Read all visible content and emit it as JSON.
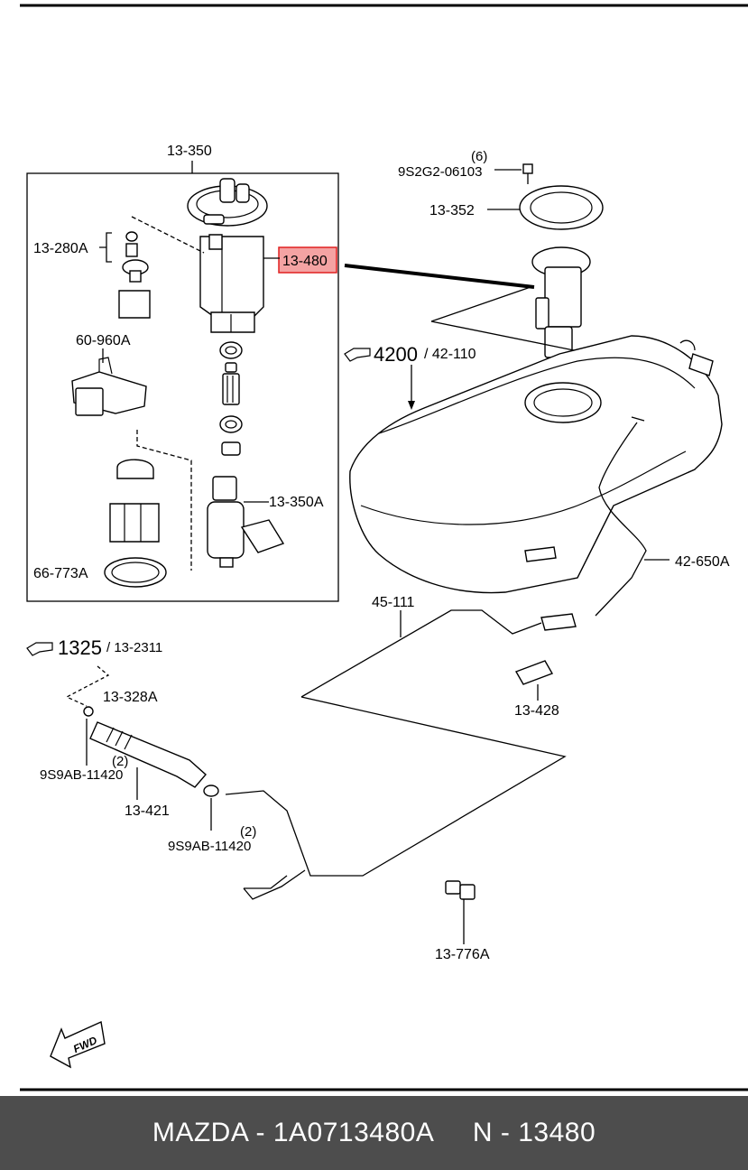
{
  "labels": {
    "l1": "13-350",
    "l2": "(6)",
    "l3": "9S2G2-06103",
    "l4": "13-352",
    "l5": "13-280A",
    "l6": "13-480",
    "l7": "60-960A",
    "l8": "4200",
    "l9": "/ 42-110",
    "l10": "13-350A",
    "l11": "66-773A",
    "l12": "42-650A",
    "l13": "45-111",
    "l14": "1325",
    "l15": "/ 13-2311",
    "l16": "13-328A",
    "l17": "(2)",
    "l18": "9S9AB-11420",
    "l19": "13-421",
    "l20": "(2)",
    "l21": "9S9AB-11420",
    "l22": "13-428",
    "l23": "13-776A",
    "fwd": "FWD"
  },
  "highlight": {
    "part": "13-480",
    "color": "#f4a3a3",
    "border": "#e02020"
  },
  "footer": {
    "text": "MAZDA - 1A0713480A     N - 13480",
    "bg": "#4d4d4d"
  }
}
